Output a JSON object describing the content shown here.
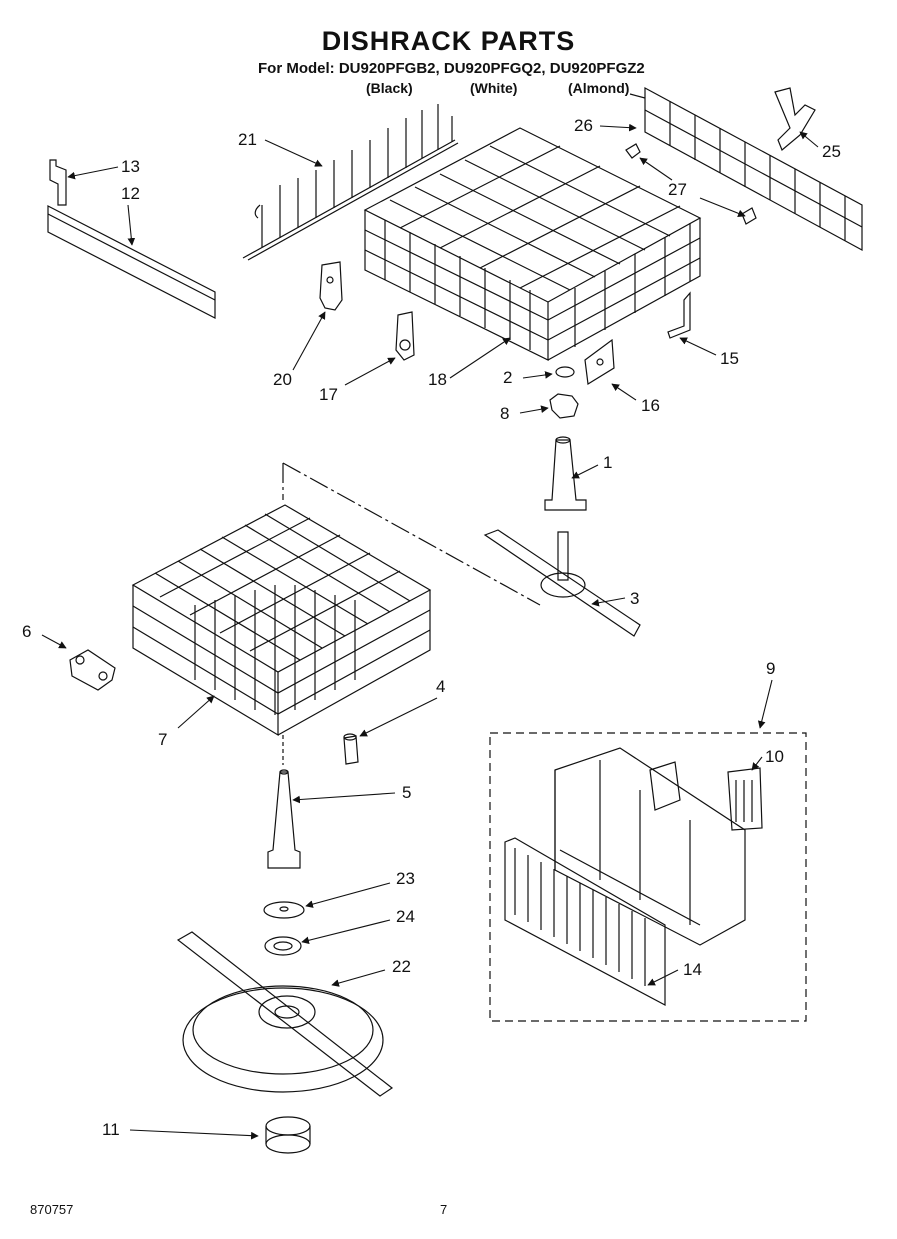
{
  "header": {
    "title": "DISHRACK PARTS",
    "models": "For Model: DU920PFGB2, DU920PFGQ2, DU920PFGZ2",
    "color_black": "(Black)",
    "color_white": "(White)",
    "color_almond": "(Almond)"
  },
  "callouts": {
    "c1": "1",
    "c2": "2",
    "c3": "3",
    "c4": "4",
    "c5": "5",
    "c6": "6",
    "c7": "7",
    "c8": "8",
    "c9": "9",
    "c10": "10",
    "c11": "11",
    "c12": "12",
    "c13": "13",
    "c14": "14",
    "c15": "15",
    "c16": "16",
    "c17": "17",
    "c18": "18",
    "c20": "20",
    "c21": "21",
    "c22": "22",
    "c23": "23",
    "c24": "24",
    "c25": "25",
    "c26": "26",
    "c27": "27"
  },
  "footer": {
    "doc_number": "870757",
    "page": "7"
  }
}
